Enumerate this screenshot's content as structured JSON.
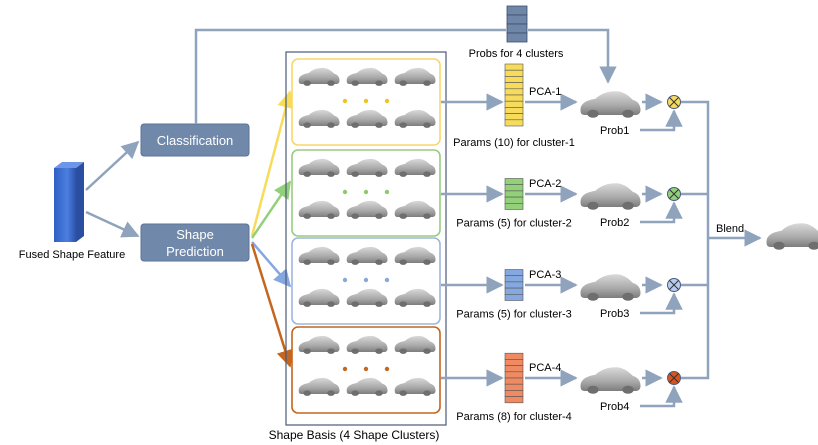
{
  "diagram": {
    "input_label": "Fused Shape Feature",
    "classification_label": "Classification",
    "shape_prediction_label": [
      "Shape",
      "Prediction"
    ],
    "probs_label": "Probs for 4 clusters",
    "shape_basis_label": "Shape Basis (4 Shape Clusters)",
    "blend_label": "Blend",
    "clusters": [
      {
        "pca": "PCA-1",
        "params": "Params (10) for cluster-1",
        "prob": "Prob1",
        "color": "#f7dc5c",
        "frame": "#f9d66a",
        "dot": "#f0c419",
        "cells": 10,
        "mult": "#f7dc5c"
      },
      {
        "pca": "PCA-2",
        "params": "Params (5) for cluster-2",
        "prob": "Prob2",
        "color": "#93d07a",
        "frame": "#98cc80",
        "dot": "#8bcb6a",
        "cells": 5,
        "mult": "#93d07a"
      },
      {
        "pca": "PCA-3",
        "params": "Params (5) for cluster-3",
        "prob": "Prob3",
        "color": "#86a8e0",
        "frame": "#9fb6da",
        "dot": "#8aa7d6",
        "cells": 5,
        "mult": "#b7cdf0"
      },
      {
        "pca": "PCA-4",
        "params": "Params (8) for cluster-4",
        "prob": "Prob4",
        "color": "#ef8a62",
        "frame": "#c4661f",
        "dot": "#c8661e",
        "cells": 8,
        "mult": "#d9541e"
      }
    ],
    "colors": {
      "arrow": "#8fa3bd",
      "node_fill": "#7088aa",
      "node_stroke": "#5b7396",
      "input_blue": "#3d6fd1",
      "probs_vec": "#6f86a8"
    }
  }
}
